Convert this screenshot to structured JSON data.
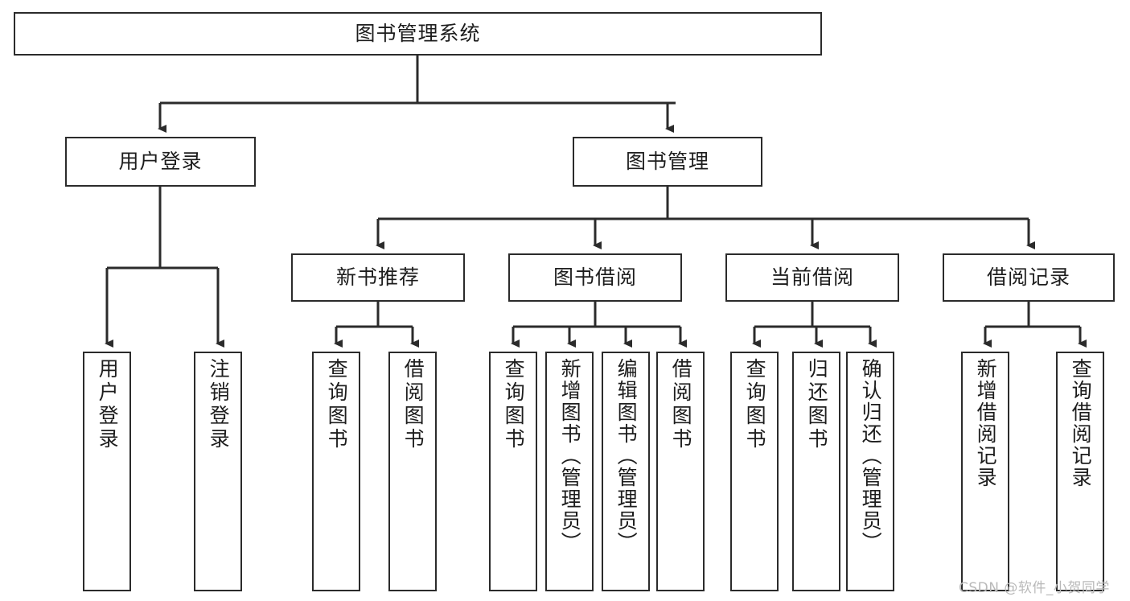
{
  "diagram": {
    "kind": "tree-hierarchy",
    "title": "图书管理系统",
    "watermark": "CSDN @软件_小贺同学",
    "stroke_color": "#2b2b2b",
    "fill_color": "#ffffff",
    "text_color": "#1d1d1d",
    "nodes": {
      "root": {
        "label": "图书管理系统"
      },
      "level2": [
        {
          "id": "user-login",
          "label": "用户登录"
        },
        {
          "id": "book-manage",
          "label": "图书管理"
        }
      ],
      "level3": [
        {
          "id": "new-book-recommend",
          "label": "新书推荐"
        },
        {
          "id": "book-borrow",
          "label": "图书借阅"
        },
        {
          "id": "current-borrow",
          "label": "当前借阅"
        },
        {
          "id": "borrow-record",
          "label": "借阅记录"
        }
      ],
      "leaves": [
        {
          "id": "leaf-user-login",
          "label": "用户登录",
          "parent": "user-login"
        },
        {
          "id": "leaf-user-logout",
          "label": "注销登录",
          "parent": "user-login"
        },
        {
          "id": "leaf-query-book-1",
          "label": "查询图书",
          "parent": "new-book-recommend"
        },
        {
          "id": "leaf-borrow-book-1",
          "label": "借阅图书",
          "parent": "new-book-recommend"
        },
        {
          "id": "leaf-query-book-2",
          "label": "查询图书",
          "parent": "book-borrow"
        },
        {
          "id": "leaf-add-book",
          "label": "新增图书（管理员）",
          "parent": "book-borrow"
        },
        {
          "id": "leaf-edit-book",
          "label": "编辑图书（管理员）",
          "parent": "book-borrow"
        },
        {
          "id": "leaf-borrow-book-2",
          "label": "借阅图书",
          "parent": "book-borrow"
        },
        {
          "id": "leaf-query-book-3",
          "label": "查询图书",
          "parent": "current-borrow"
        },
        {
          "id": "leaf-return-book",
          "label": "归还图书",
          "parent": "current-borrow"
        },
        {
          "id": "leaf-confirm-return",
          "label": "确认归还（管理员）",
          "parent": "current-borrow"
        },
        {
          "id": "leaf-add-record",
          "label": "新增借阅记录",
          "parent": "borrow-record"
        },
        {
          "id": "leaf-query-record",
          "label": "查询借阅记录",
          "parent": "borrow-record"
        }
      ]
    }
  }
}
